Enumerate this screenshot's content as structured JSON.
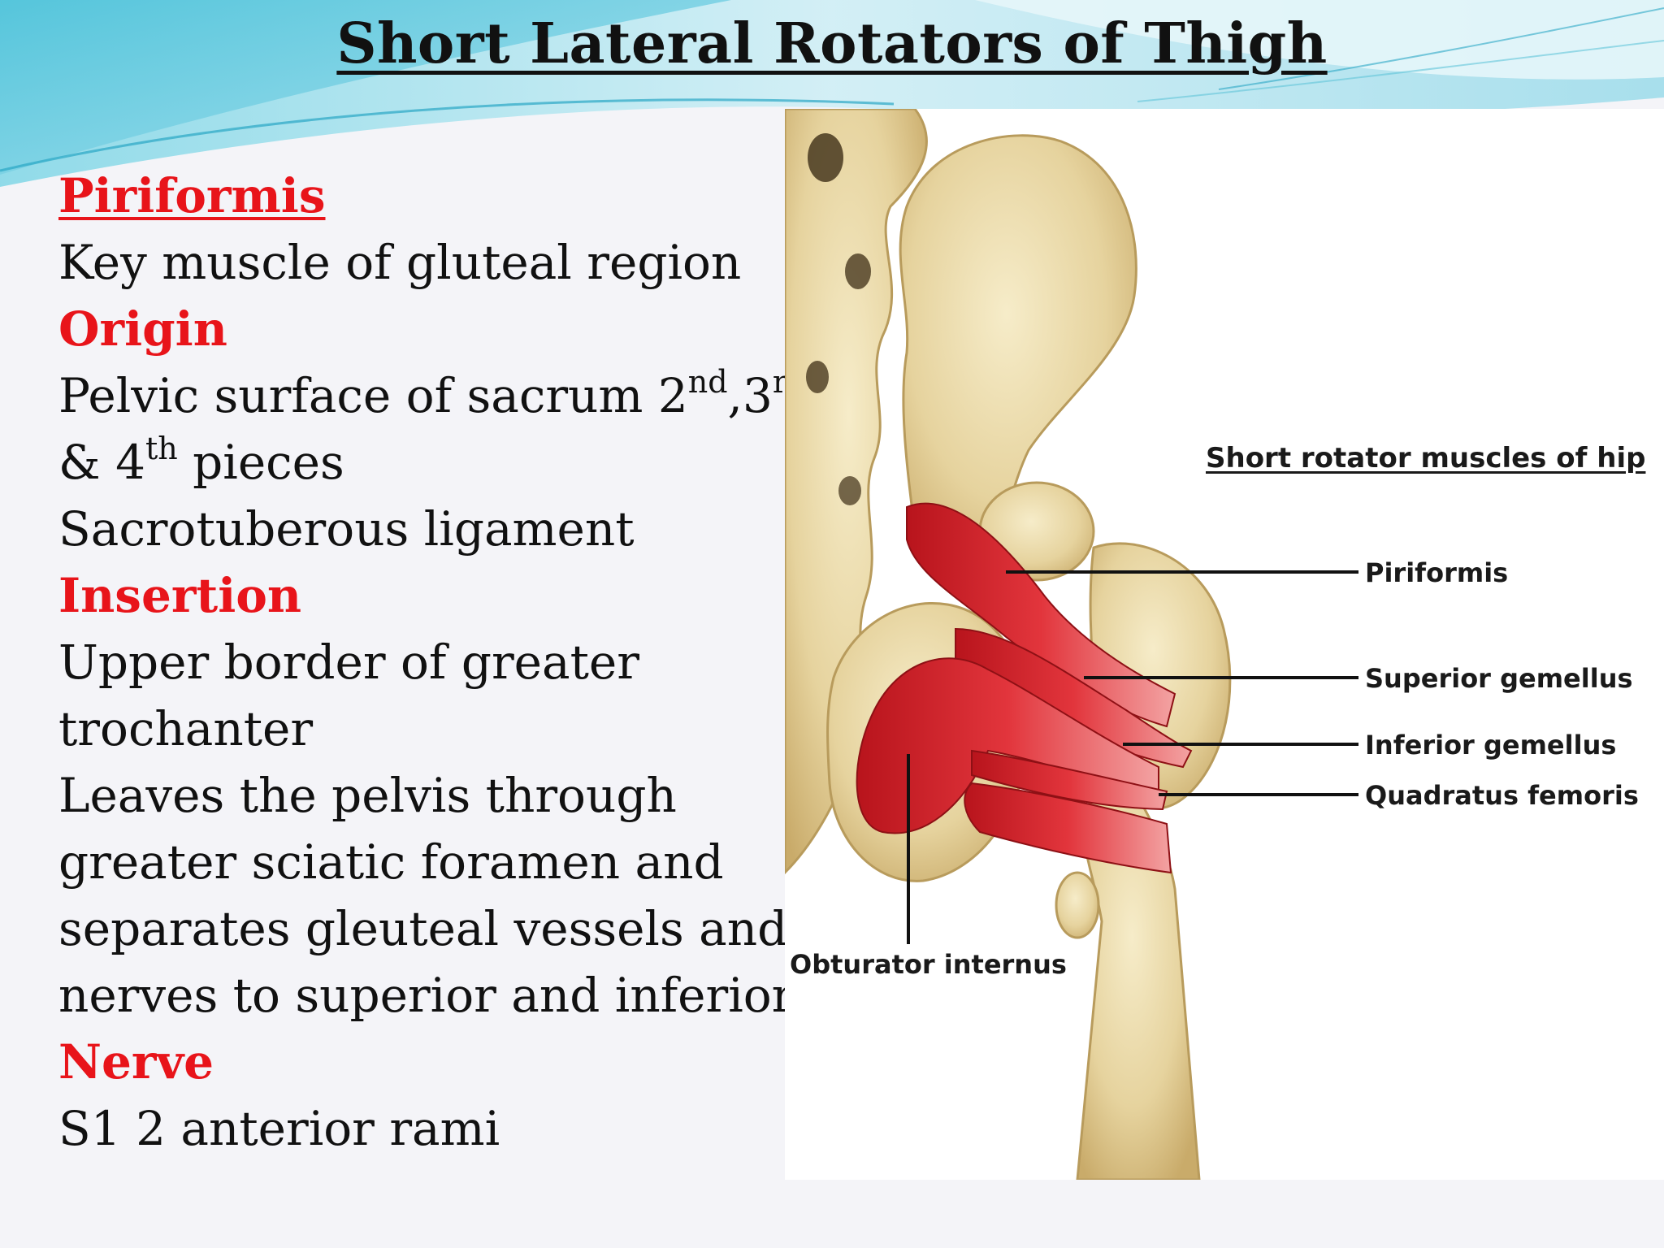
{
  "title": "Short Lateral Rotators of Thigh",
  "content": {
    "piriformis_heading": "Piriformis",
    "piriformis_desc": "Key muscle of gluteal region",
    "origin_heading": "Origin",
    "origin_line1_a": "Pelvic surface of sacrum 2",
    "origin_line1_sup1": "nd",
    "origin_line1_b": ",3",
    "origin_line1_sup2": "rd",
    "origin_line2_a": "& 4",
    "origin_line2_sup": "th",
    "origin_line2_b": " pieces",
    "origin_line3": "Sacrotuberous ligament",
    "insertion_heading": "Insertion",
    "insertion_line1": "Upper border of greater",
    "insertion_line2": "trochanter",
    "course_line1": "Leaves the pelvis through",
    "course_line2": "greater sciatic foramen and",
    "course_line3": "separates gleuteal vessels and",
    "course_line4": "nerves to superior and inferior",
    "nerve_heading": "Nerve",
    "nerve_desc": "S1 2 anterior rami"
  },
  "figure": {
    "heading": "Short rotator muscles of hip",
    "labels": {
      "piriformis": "Piriformis",
      "superior_gemellus": "Superior gemellus",
      "inferior_gemellus": "Inferior gemellus",
      "quadratus_femoris": "Quadratus femoris",
      "obturator_internus": "Obturator internus"
    }
  },
  "colors": {
    "heading_red": "#e8141a",
    "muscle_red": "#d8242c",
    "bone": "#e8d9a8",
    "wave_cyan": "#5bc8dc"
  }
}
